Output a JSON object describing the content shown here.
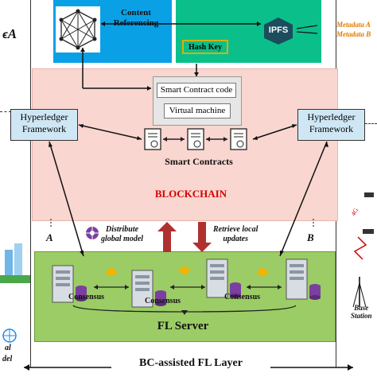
{
  "header": {
    "content_referencing": "Content Referencing",
    "hash_key": "Hash Key",
    "ipfs": "IPFS",
    "metadata_a": "Metadata A",
    "metadata_b": "Metadata B",
    "left_partial": "A"
  },
  "chain": {
    "smart_contract_code": "Smart Contract code",
    "virtual_machine": "Virtual machine",
    "smart_contracts": "Smart Contracts",
    "blockchain": "BLOCKCHAIN",
    "hyperledger_left": [
      "Hyperledger",
      "Framework"
    ],
    "hyperledger_right": [
      "Hyperledger",
      "Framework"
    ]
  },
  "flow": {
    "label_a": "A",
    "label_b": "B",
    "distribute": [
      "Distribute",
      "global model"
    ],
    "retrieve": [
      "Retrieve local",
      "updates"
    ]
  },
  "fl": {
    "consensus_1": "Consensus",
    "consensus_2": "Consensus",
    "consensus_3": "Consensus",
    "server": "FL Server"
  },
  "right_side": {
    "base_station": [
      "Base",
      "Station"
    ],
    "signal": "4G"
  },
  "left_side": {
    "partial_1": "al",
    "partial_2": "del"
  },
  "footer": {
    "layer_label": "BC-assisted FL Layer"
  },
  "colors": {
    "content_blue": "#0aa0e6",
    "ipfs_green": "#0bbf8a",
    "blockchain_pink": "#f9d6cf",
    "fl_green": "#9ccc65",
    "blockchain_red": "#d40000",
    "arrow_red": "#b03030",
    "metadata_orange": "#e07b00"
  }
}
